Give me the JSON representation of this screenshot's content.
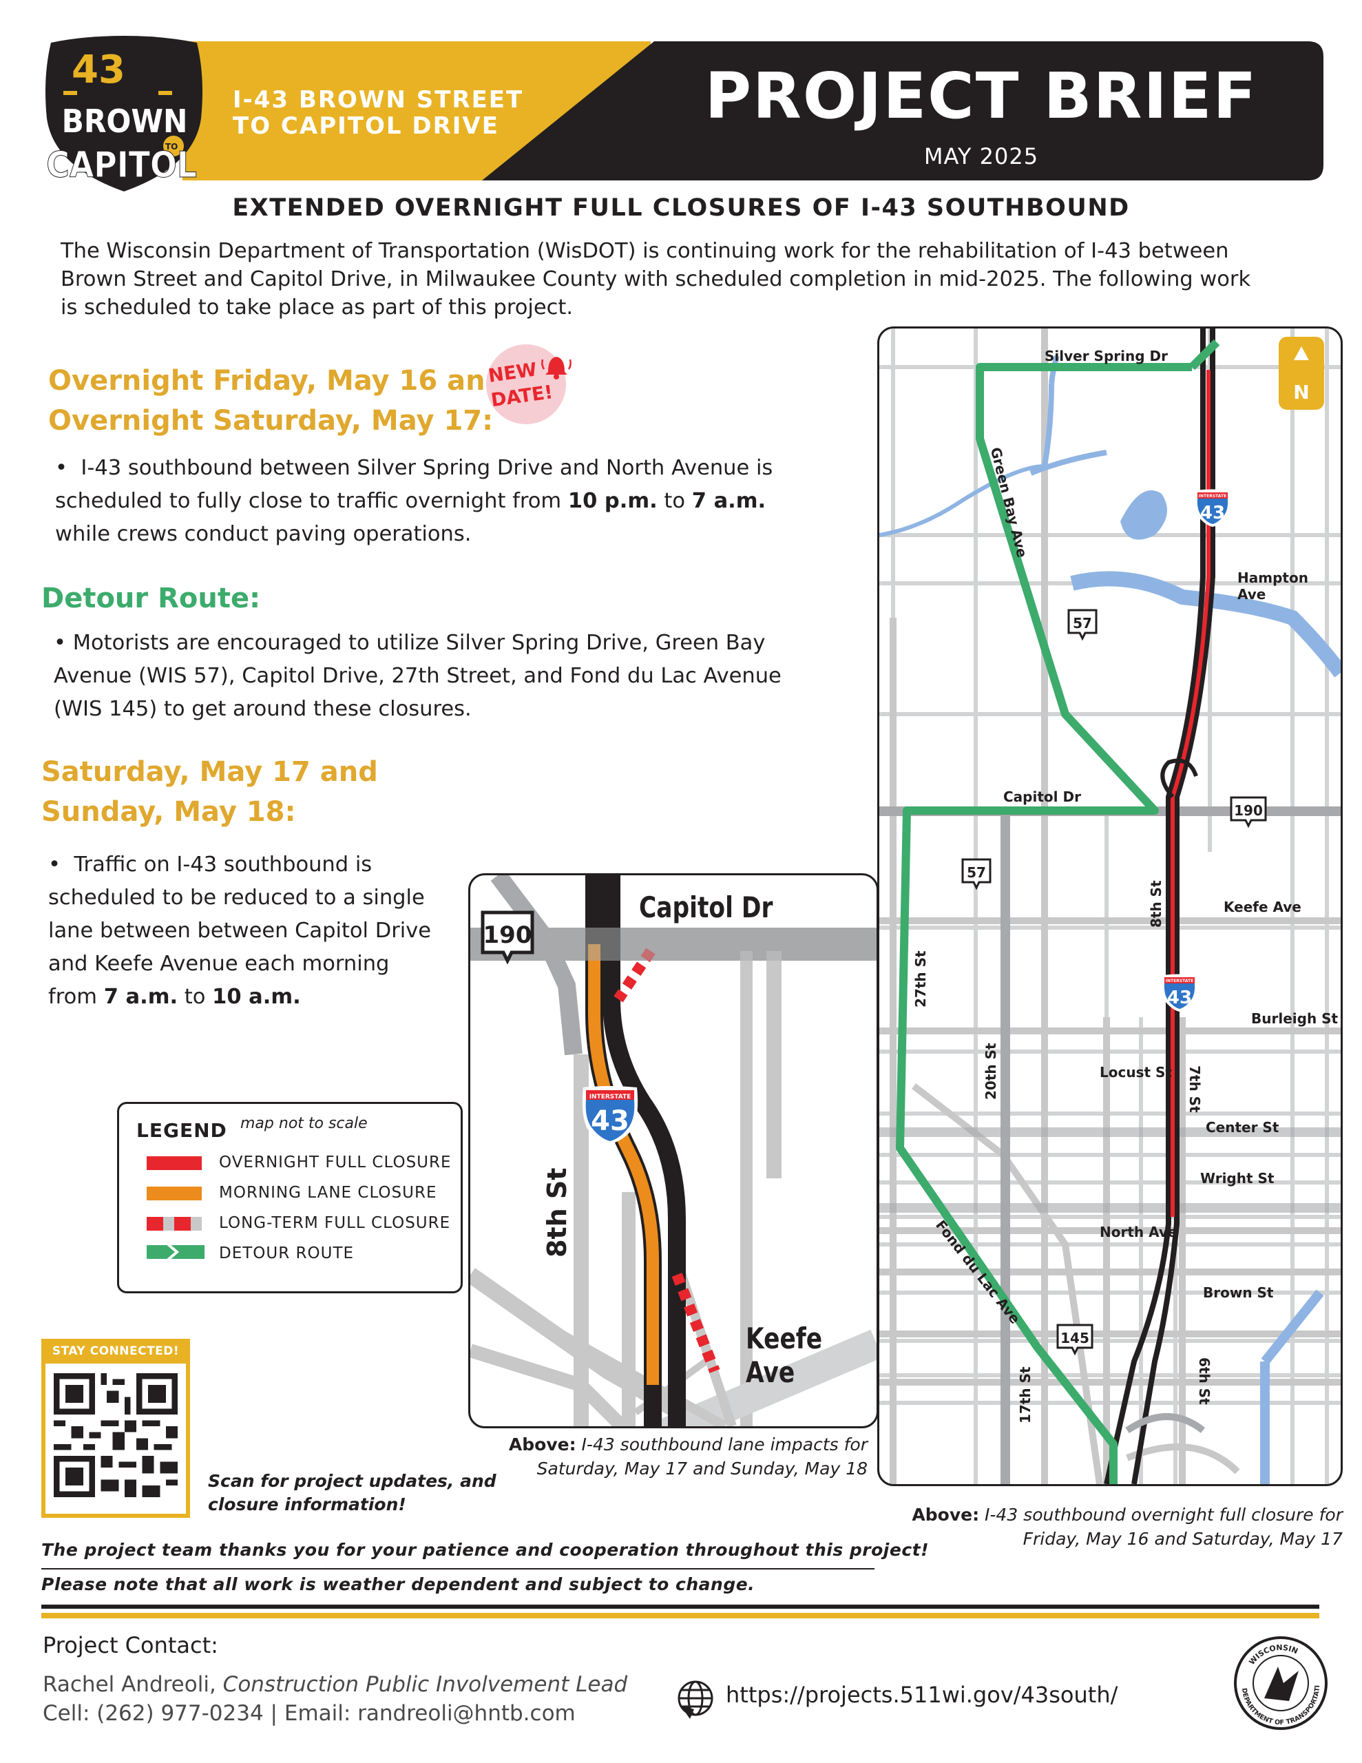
{
  "header": {
    "logo": {
      "number": "43",
      "line1": "BROWN",
      "to": "TO",
      "line2": "CAPITOL"
    },
    "project_name_line1": "I-43 BROWN STREET",
    "project_name_line2": "TO CAPITOL DRIVE",
    "title": "PROJECT BRIEF",
    "date": "MAY 2025",
    "colors": {
      "gold": "#e8b224",
      "dark": "#231f20"
    }
  },
  "headline": "EXTENDED OVERNIGHT FULL CLOSURES OF I-43 SOUTHBOUND",
  "intro": [
    "The Wisconsin Department of Transportation (WisDOT) is continuing work for the rehabilitation of I-43 between",
    "Brown Street and Capitol Drive, in Milwaukee County with scheduled completion in mid-2025. The following work",
    "is scheduled to take place as part of this project."
  ],
  "section1": {
    "heading_line1": "Overnight Friday, May 16 and",
    "heading_line2": "Overnight Saturday, May 17:",
    "badge_line1": "NEW",
    "badge_line2": "DATE!",
    "bullet_line1": "I-43 southbound between Silver Spring Drive and North Avenue is",
    "bullet_line2_a": "scheduled to fully close to traffic overnight from",
    "bullet_line2_b": "10 p.m.",
    "bullet_line2_c": "to",
    "bullet_line2_d": "7 a.m.",
    "bullet_line3": "while crews conduct paving operations."
  },
  "detour": {
    "heading": "Detour Route:",
    "line1": "Motorists are encouraged to utilize Silver Spring Drive, Green Bay",
    "line2": "Avenue (WIS 57), Capitol Drive, 27th Street, and Fond du Lac Avenue",
    "line3": "(WIS 145) to get around these closures."
  },
  "section2": {
    "heading_line1": "Saturday, May 17 and",
    "heading_line2": "Sunday, May 18:",
    "line1": "Traffic on I-43 southbound is",
    "line2": "scheduled to be reduced to a single",
    "line3": "lane between between Capitol Drive",
    "line4": "and Keefe Avenue each morning",
    "line5_a": "from",
    "line5_b": "7 a.m.",
    "line5_c": "to",
    "line5_d": "10 a.m."
  },
  "legend": {
    "title": "LEGEND",
    "note": "map not to scale",
    "items": [
      {
        "label": "OVERNIGHT FULL CLOSURE",
        "color": "#e8262d"
      },
      {
        "label": "MORNING LANE CLOSURE",
        "color": "#ec8c1c"
      },
      {
        "label": "LONG-TERM FULL CLOSURE",
        "color": "#e8262d"
      },
      {
        "label": "DETOUR ROUTE",
        "color": "#3cab6c"
      }
    ]
  },
  "inset_map": {
    "labels": {
      "capitol": "Capitol Dr",
      "keefe": "Keefe Ave",
      "eighth": "8th St",
      "hwy190": "190",
      "interstate": "INTERSTATE",
      "i43": "43"
    },
    "caption_bold": "Above:",
    "caption_line1": "I-43 southbound lane impacts for",
    "caption_line2": "Saturday, May 17 and Sunday, May 18"
  },
  "main_map": {
    "labels": {
      "silver_spring": "Silver Spring Dr",
      "green_bay": "Green Bay Ave",
      "hampton": "Hampton Ave",
      "capitol": "Capitol Dr",
      "keefe": "Keefe Ave",
      "eighth": "8th St",
      "burleigh": "Burleigh St",
      "locust": "Locust St",
      "seventh": "7th St",
      "center": "Center St",
      "wright": "Wright St",
      "north": "North Ave",
      "brown": "Brown St",
      "twenty_seventh": "27th St",
      "twentieth": "20th St",
      "seventeenth": "17th St",
      "sixth": "6th St",
      "fond_du_lac": "Fond du Lac Ave",
      "hwy57": "57",
      "hwy190": "190",
      "hwy145": "145",
      "interstate": "INTERSTATE",
      "i43": "43",
      "north_arrow": "N"
    },
    "caption_bold": "Above:",
    "caption_line1": "I-43 southbound overnight full closure for",
    "caption_line2": "Friday, May 16 and Saturday, May 17"
  },
  "stay_connected": {
    "badge": "STAY CONNECTED!",
    "text_line1": "Scan for project updates, and",
    "text_line2": "closure information!"
  },
  "notes": {
    "thanks": "The project team thanks you for your patience and cooperation throughout this project!",
    "weather": "Please note that all work is weather dependent and subject to change."
  },
  "contact": {
    "heading": "Project Contact:",
    "name": "Rachel Andreoli,",
    "role": "Construction Public Involvement Lead",
    "phone_line": "Cell: (262) 977-0234  | Email: randreoli@hntb.com",
    "url": "https://projects.511wi.gov/43south/"
  },
  "wisdot_seal": {
    "top": "WISCONSIN",
    "bottom": "DEPARTMENT OF TRANSPORTATION"
  }
}
